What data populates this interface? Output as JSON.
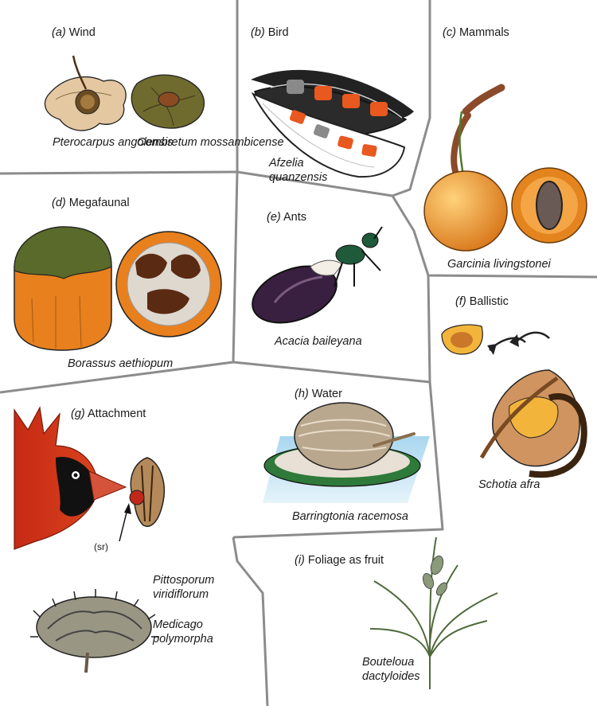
{
  "panels": [
    {
      "id": "a",
      "letter": "(a)",
      "title": "Wind",
      "species": [
        "Pterocarpus angolensis",
        "Combretum mossambicense"
      ]
    },
    {
      "id": "b",
      "letter": "(b)",
      "title": "Bird",
      "species": [
        "Afzelia quanzensis"
      ]
    },
    {
      "id": "c",
      "letter": "(c)",
      "title": "Mammals",
      "species": [
        "Garcinia livingstonei"
      ]
    },
    {
      "id": "d",
      "letter": "(d)",
      "title": "Megafaunal",
      "species": [
        "Borassus aethiopum"
      ]
    },
    {
      "id": "e",
      "letter": "(e)",
      "title": "Ants",
      "species": [
        "Acacia baileyana"
      ]
    },
    {
      "id": "f",
      "letter": "(f)",
      "title": "Ballistic",
      "species": [
        "Schotia afra"
      ]
    },
    {
      "id": "g",
      "letter": "(g)",
      "title": "Attachment",
      "species": [
        "Pittosporum viridiflorum",
        "Medicago polymorpha"
      ],
      "annotation": "(sr)"
    },
    {
      "id": "h",
      "letter": "(h)",
      "title": "Water",
      "species": [
        "Barringtonia racemosa"
      ]
    },
    {
      "id": "i",
      "letter": "(i)",
      "title": "Foliage as fruit",
      "species": [
        "Bouteloua dactyloides"
      ]
    }
  ]
}
